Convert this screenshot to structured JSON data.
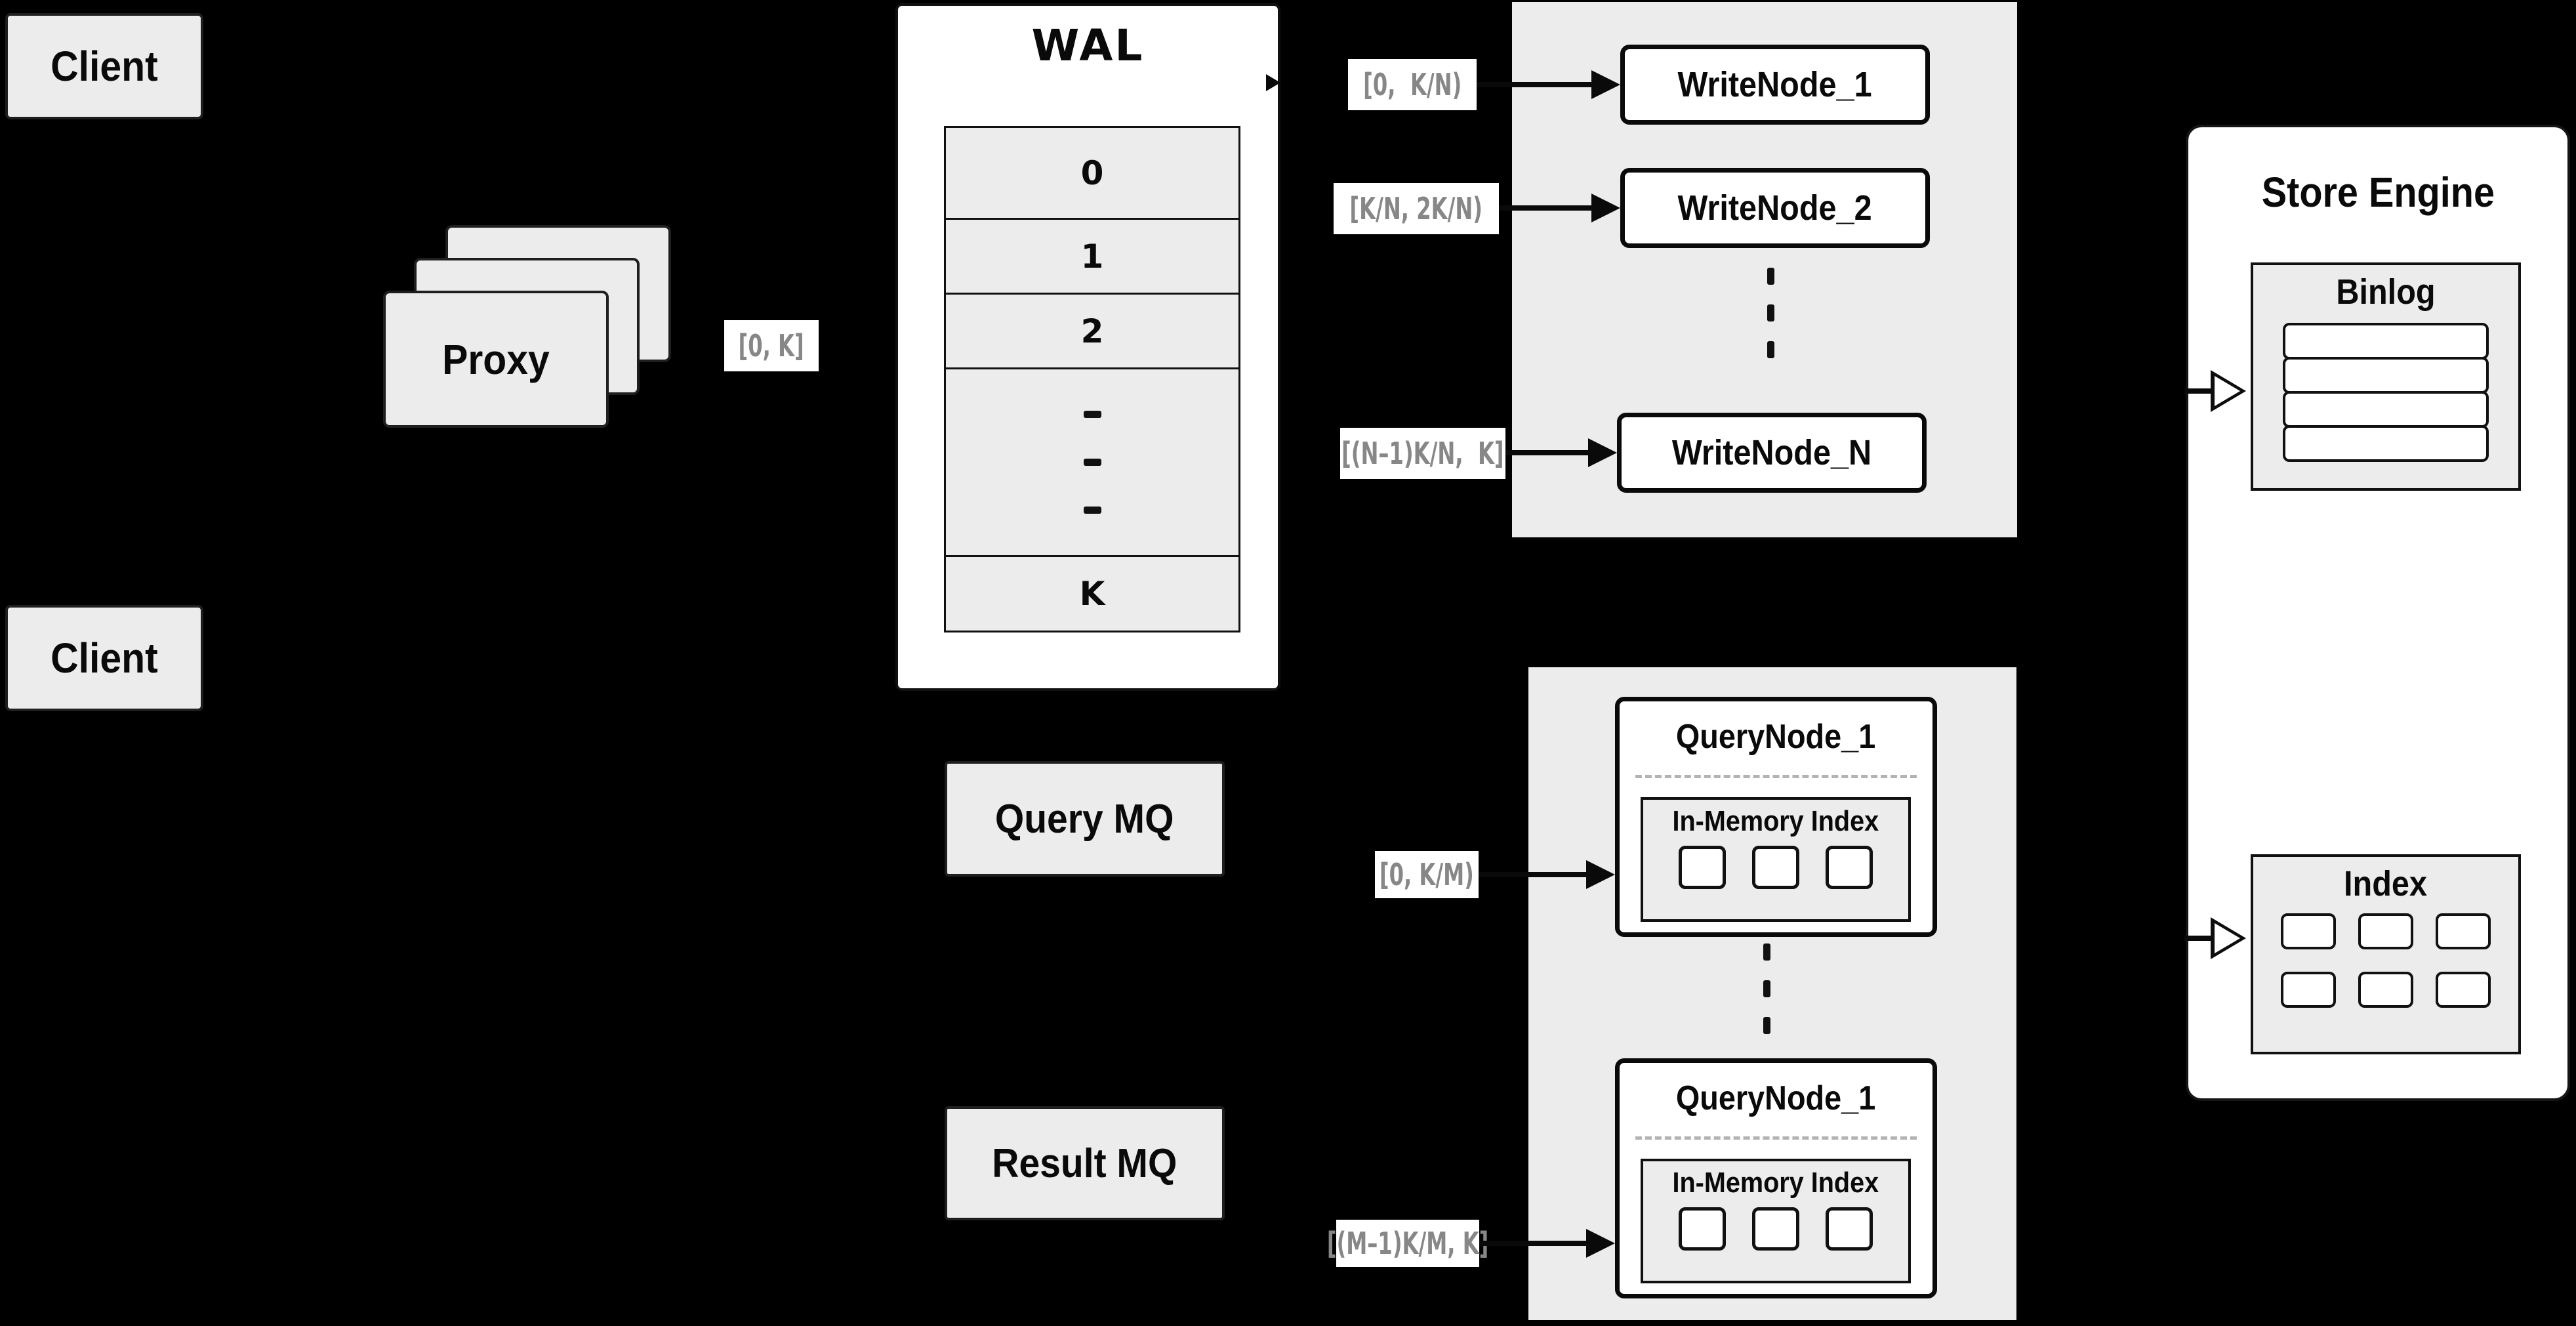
{
  "colors": {
    "background": "#000000",
    "panel_gray": "#ececec",
    "node_fill": "#ffffff",
    "border": "#0a0a0a",
    "range_label_text": "#878787",
    "dashed_divider": "#b3b3b3"
  },
  "clients": {
    "top": "Client",
    "bottom": "Client"
  },
  "proxy": {
    "label": "Proxy"
  },
  "ranges": {
    "proxy_wal": "[0, K]",
    "write1": "[0,  K/N)",
    "write2": "[K/N, 2K/N)",
    "writeN": "[(N–1)K/N,  K]",
    "query1": "[0, K/M)",
    "queryM": "[(M–1)K/M, K]"
  },
  "wal": {
    "title": "WAL",
    "row0": "0",
    "row1": "1",
    "row2": "2",
    "rowK": "K",
    "ellipsis": "..."
  },
  "write_nodes": {
    "n1": "WriteNode_1",
    "n2": "WriteNode_2",
    "nN": "WriteNode_N",
    "ellipsis": "..."
  },
  "mq": {
    "query": "Query MQ",
    "result": "Result MQ"
  },
  "query_nodes": {
    "top_title": "QueryNode_1",
    "bottom_title": "QueryNode_1",
    "inner_title_top": "In-Memory Index",
    "inner_title_bottom": "In-Memory Index",
    "ellipsis": "..."
  },
  "store_engine": {
    "title": "Store Engine",
    "binlog_title": "Binlog",
    "index_title": "Index"
  }
}
